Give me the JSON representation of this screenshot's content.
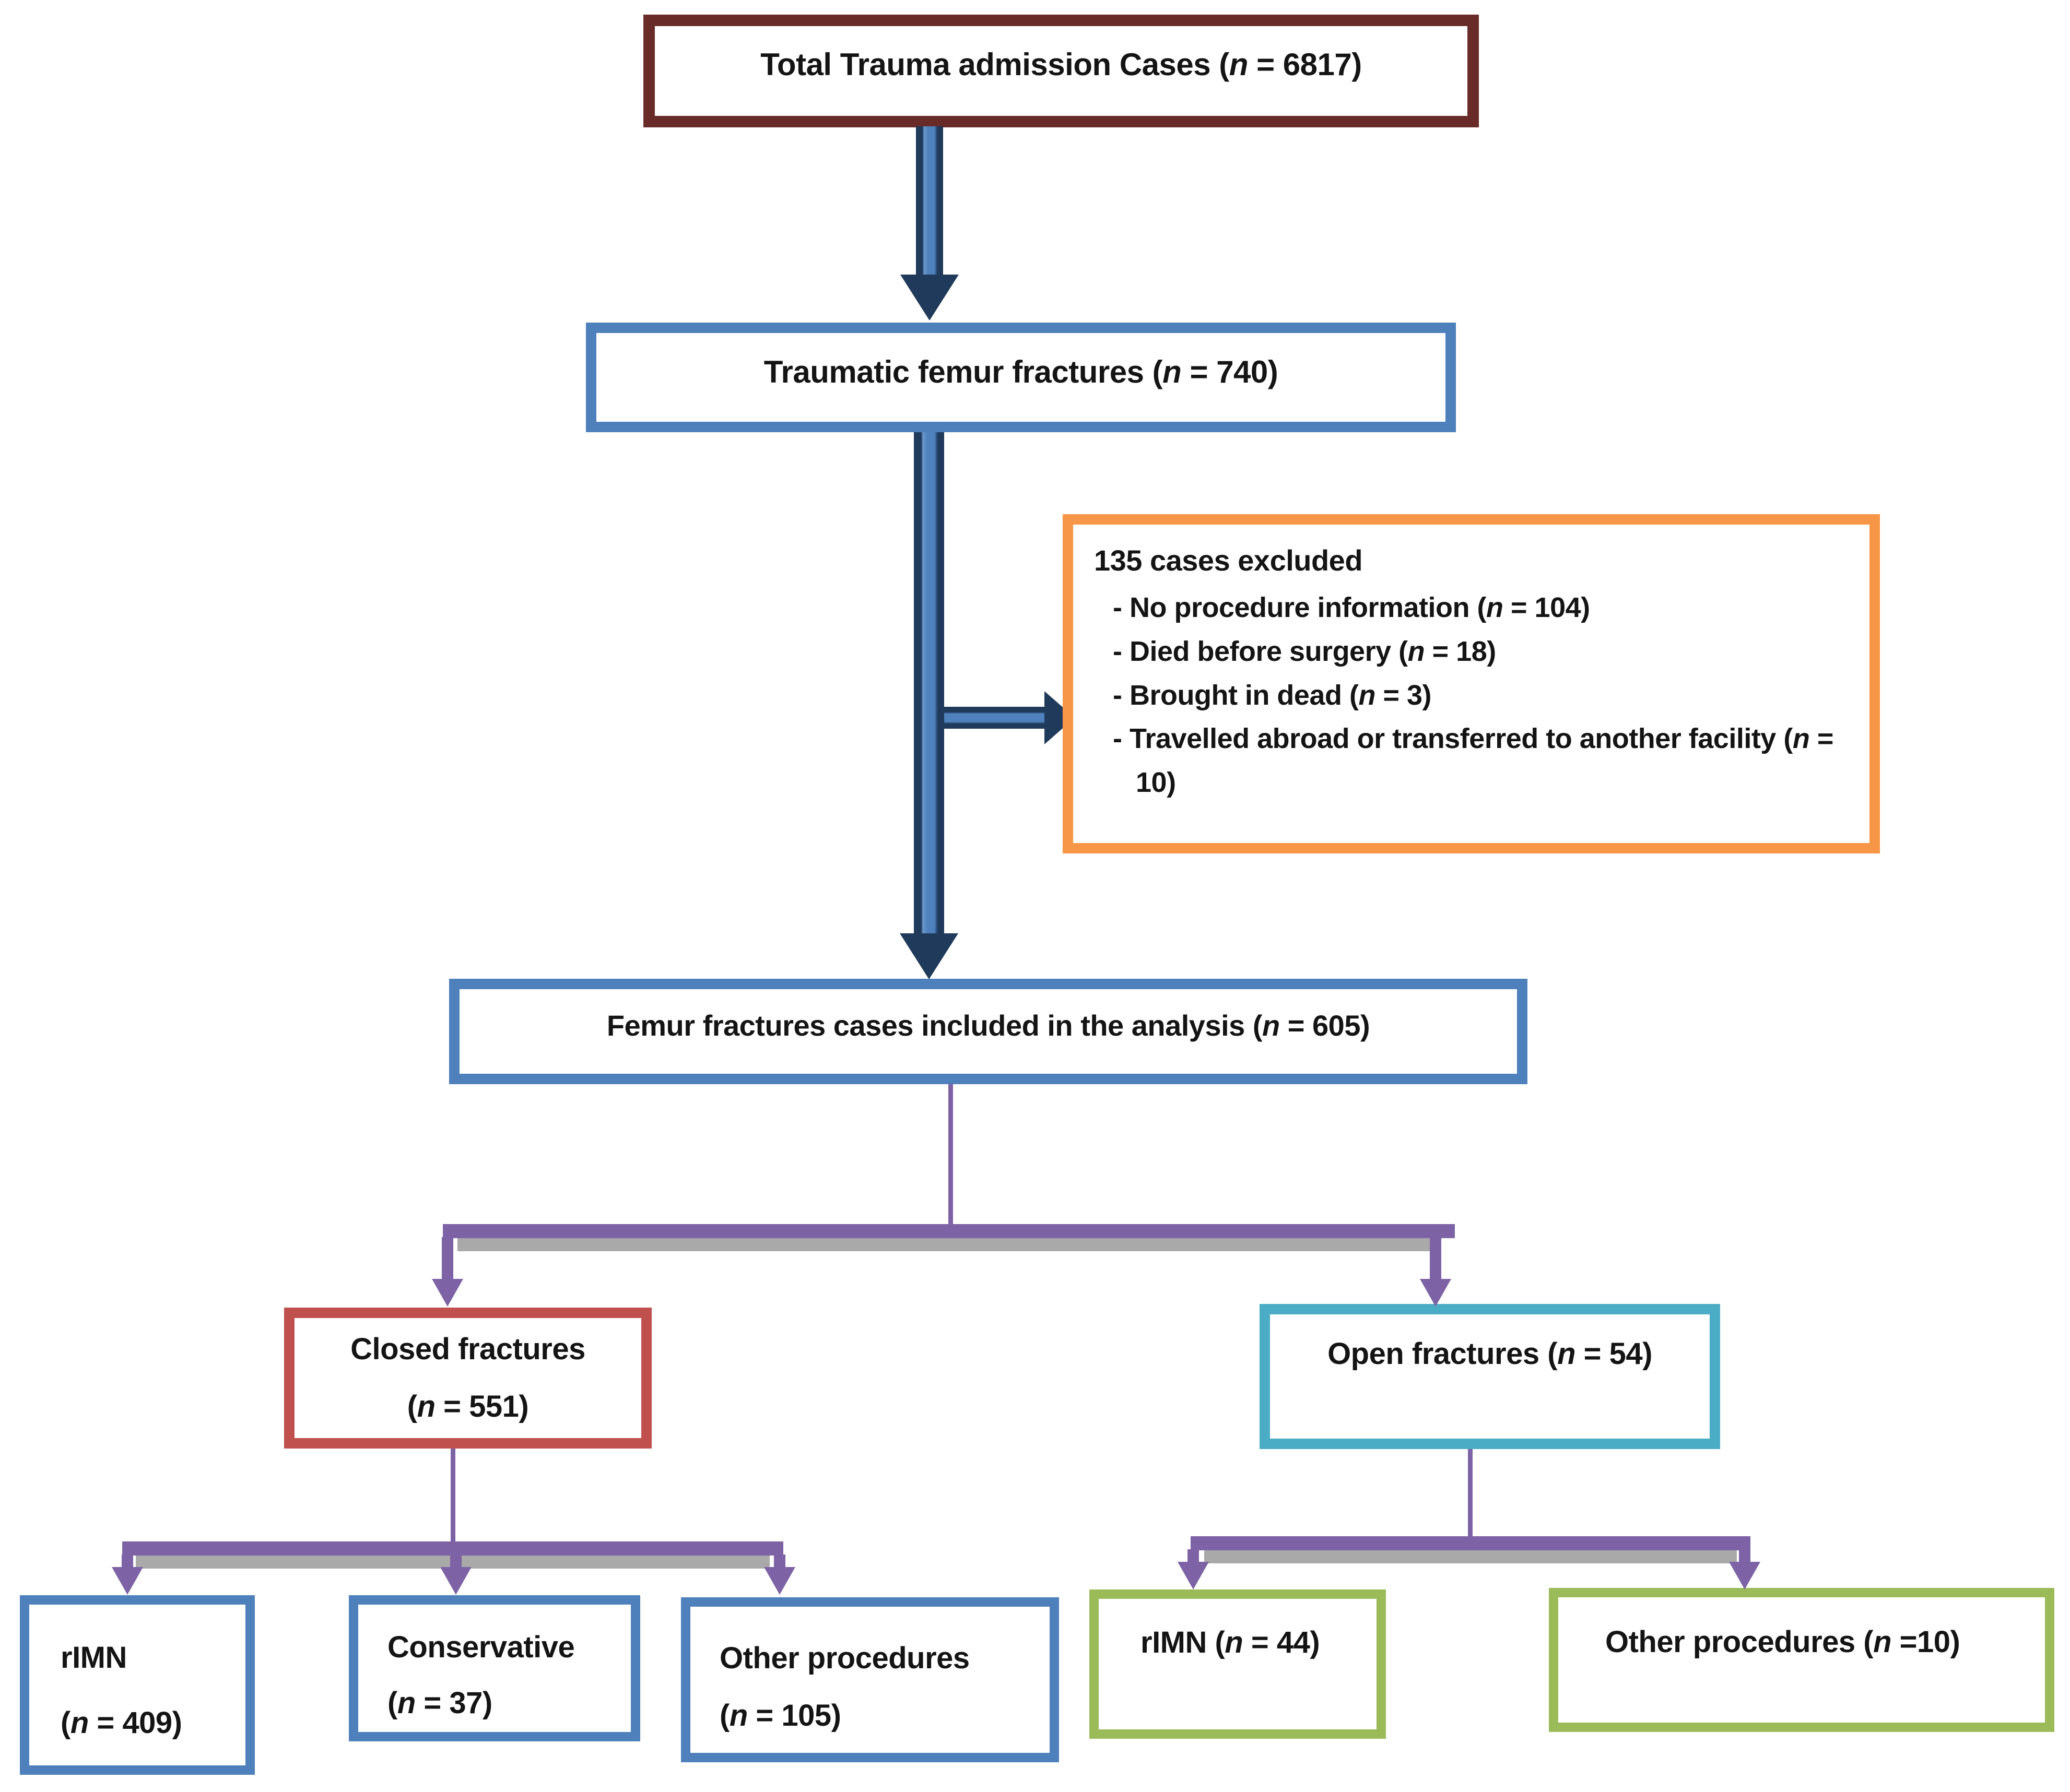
{
  "flowchart": {
    "nodes": {
      "total_trauma": "Total Trauma admission Cases (n = 6817)",
      "traumatic_femur": "Traumatic femur fractures (n = 740)",
      "excluded_title": "135 cases excluded",
      "excluded_items": [
        "- No procedure information (n = 104)",
        "- Died before surgery (n = 18)",
        "- Brought in dead (n = 3)",
        "- Travelled abroad or transferred to another facility (n = 10)"
      ],
      "included": "Femur fractures cases included in the analysis (n = 605)",
      "closed_line1": "Closed fractures",
      "closed_line2": "(n = 551)",
      "open": "Open fractures (n = 54)",
      "closed_rimn_line1": "rIMN",
      "closed_rimn_line2": "(n = 409)",
      "conservative_line1": "Conservative",
      "conservative_line2": "(n = 37)",
      "closed_other_line1": "Other procedures",
      "closed_other_line2": "(n = 105)",
      "open_rimn": "rIMN (n = 44)",
      "open_other": "Other procedures (n =10)"
    },
    "colors": {
      "total_border": "#682b28",
      "blue_border": "#4e80bc",
      "orange_border": "#f79646",
      "closed_border": "#c0504d",
      "open_border": "#4bacc6",
      "green_border": "#9bbb59",
      "connector_purple": "#7d63a5",
      "connector_shadow": "#a9a9a9",
      "arrow_dark": "#1f3a5a",
      "arrow_light": "#4f81bd",
      "text_color": "#141414"
    }
  }
}
